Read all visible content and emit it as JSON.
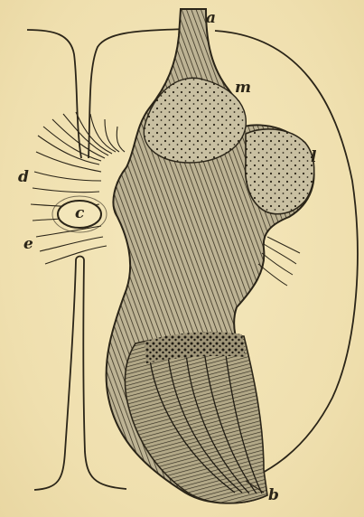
{
  "figure": {
    "labels": {
      "a": "a",
      "m": "m",
      "l": "l",
      "d": "d",
      "c": "c",
      "e": "e",
      "b": "b"
    },
    "colors": {
      "paper": "#f1e3b4",
      "ink": "#2b2518",
      "shade": "#a49a80",
      "shade_light": "#cfc6a8"
    }
  }
}
